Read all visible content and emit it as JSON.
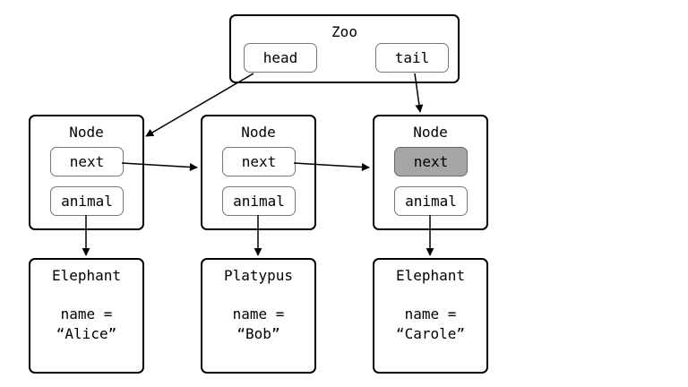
{
  "zoo": {
    "title": "Zoo",
    "head": "head",
    "tail": "tail"
  },
  "nodes": [
    {
      "title": "Node",
      "next": "next",
      "animal": "animal"
    },
    {
      "title": "Node",
      "next": "next",
      "animal": "animal"
    },
    {
      "title": "Node",
      "next": "next",
      "animal": "animal"
    }
  ],
  "animals": [
    {
      "type": "Elephant",
      "label": "name =",
      "value": "“Alice”"
    },
    {
      "type": "Platypus",
      "label": "name =",
      "value": "“Bob”"
    },
    {
      "type": "Elephant",
      "label": "name =",
      "value": "“Carole”"
    }
  ],
  "colors": {
    "null_pointer_fill": "#a6a6a6"
  }
}
